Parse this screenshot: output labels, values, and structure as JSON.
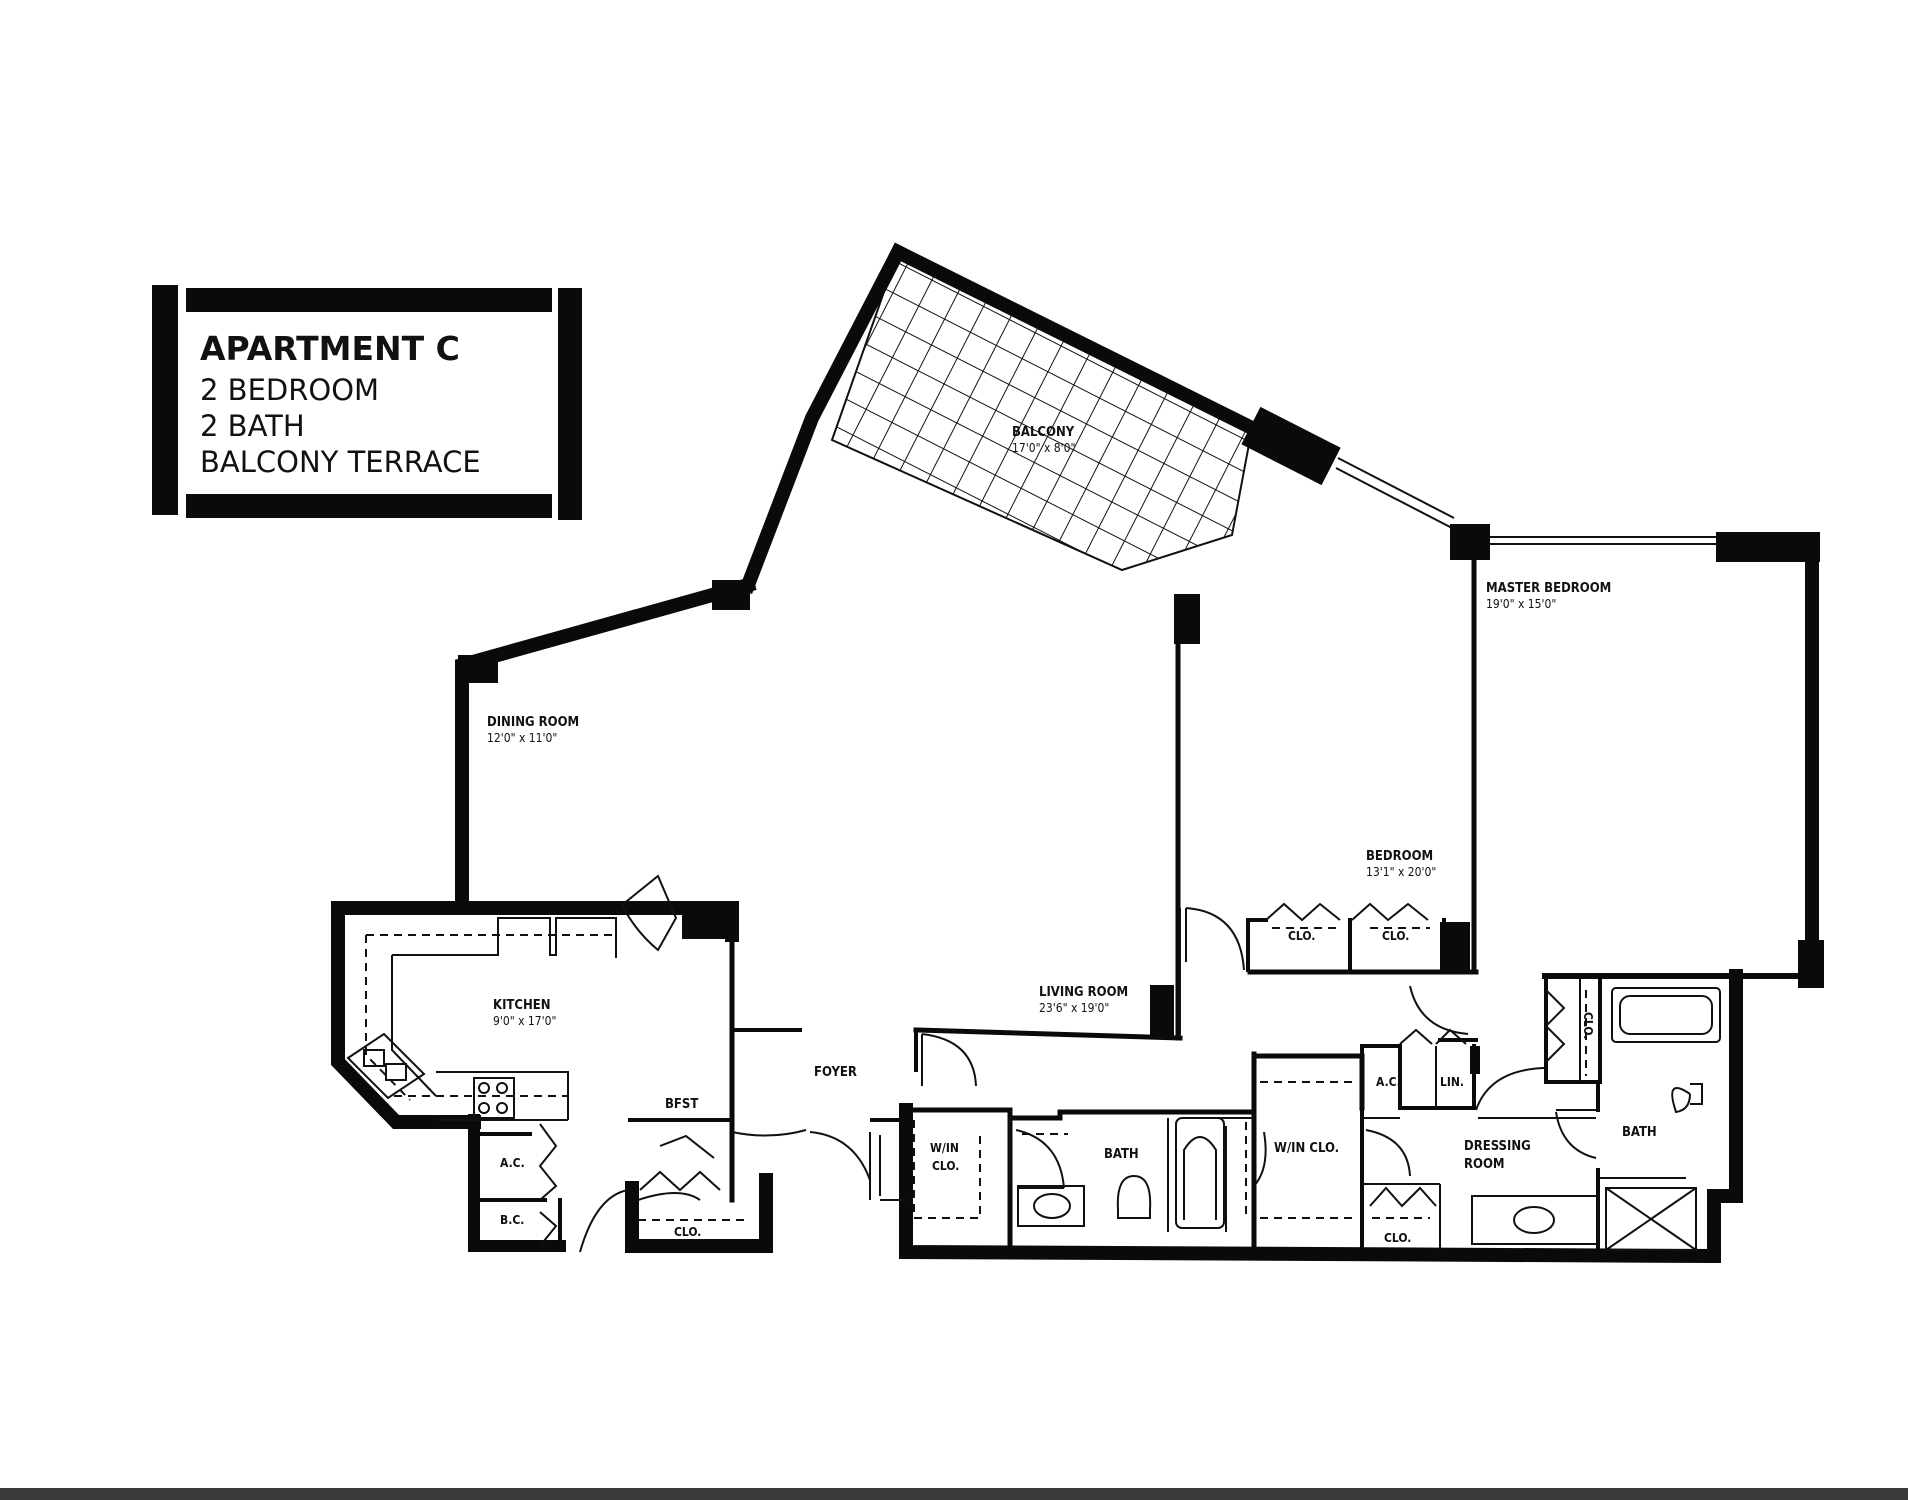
{
  "title_box": {
    "title": "APARTMENT C",
    "line1": "2 BEDROOM",
    "line2": "2 BATH",
    "line3": "BALCONY TERRACE"
  },
  "rooms": {
    "balcony": {
      "name": "BALCONY",
      "dims": "17'0\" x 8'0\""
    },
    "master_bedroom": {
      "name": "MASTER BEDROOM",
      "dims": "19'0\" x 15'0\""
    },
    "dining_room": {
      "name": "DINING ROOM",
      "dims": "12'0\" x 11'0\""
    },
    "bedroom": {
      "name": "BEDROOM",
      "dims": "13'1\" x 20'0\""
    },
    "living_room": {
      "name": "LIVING ROOM",
      "dims": "23'6\" x 19'0\""
    },
    "kitchen": {
      "name": "KITCHEN",
      "dims": "9'0\" x 17'0\""
    },
    "foyer": {
      "name": "FOYER"
    },
    "bfst": {
      "name": "BFST"
    },
    "ac_kitchen": {
      "name": "A.C."
    },
    "bc": {
      "name": "B.C."
    },
    "clo_kitchen": {
      "name": "CLO."
    },
    "win_clo_1": {
      "name_1": "W/IN",
      "name_2": "CLO."
    },
    "bath_1": {
      "name": "BATH"
    },
    "win_clo_2": {
      "name": "W/IN CLO."
    },
    "clo_bed_1": {
      "name": "CLO."
    },
    "clo_bed_2": {
      "name": "CLO."
    },
    "ac_hall": {
      "name": "A.C."
    },
    "lin": {
      "name": "LIN."
    },
    "clo_vertical": {
      "name": "CLO."
    },
    "dressing_room": {
      "name_1": "DRESSING",
      "name_2": "ROOM"
    },
    "bath_2": {
      "name": "BATH"
    },
    "clo_dressing": {
      "name": "CLO."
    }
  }
}
